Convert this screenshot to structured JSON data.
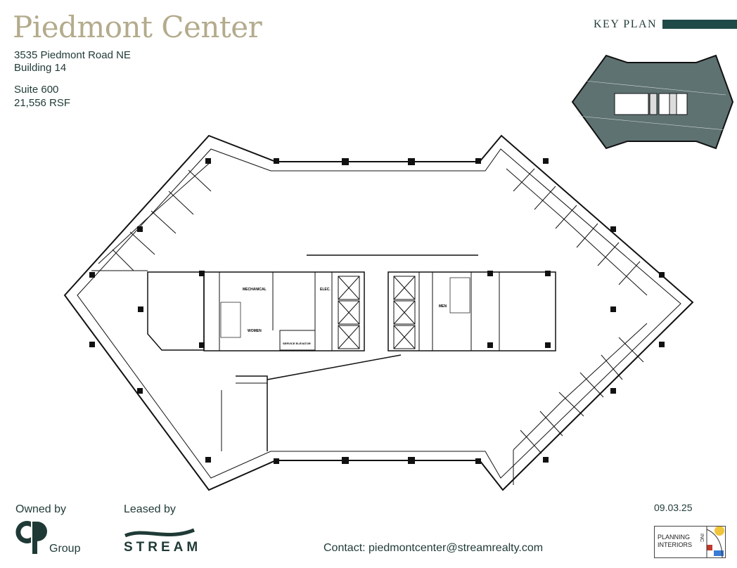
{
  "header": {
    "title": "Piedmont Center",
    "address_line1": "3535 Piedmont Road NE",
    "address_line2": "Building 14",
    "suite": "Suite 600",
    "area": "21,556 RSF"
  },
  "key_plan": {
    "label": "KEY PLAN",
    "fill_color": "#5f7272"
  },
  "floor_plan": {
    "room_labels": {
      "mechanical": "MECHANICAL",
      "elec": "ELEC.",
      "women": "WOMEN",
      "men": "MEN",
      "service_elevator": "SERVICE ELEVATOR"
    }
  },
  "footer": {
    "owned_by": "Owned by",
    "owner_logo_text": "Group",
    "leased_by": "Leased by",
    "leasing_logo_text": "STREAM",
    "contact": "Contact: piedmontcenter@streamrealty.com",
    "date": "09.03.25",
    "designer_logo_line1": "PLANNING",
    "designer_logo_line2": "INTERIORS",
    "designer_logo_inc": "INC"
  },
  "colors": {
    "title": "#b3ab8c",
    "text": "#1f3a36",
    "accent_bar": "#1f4a48"
  }
}
